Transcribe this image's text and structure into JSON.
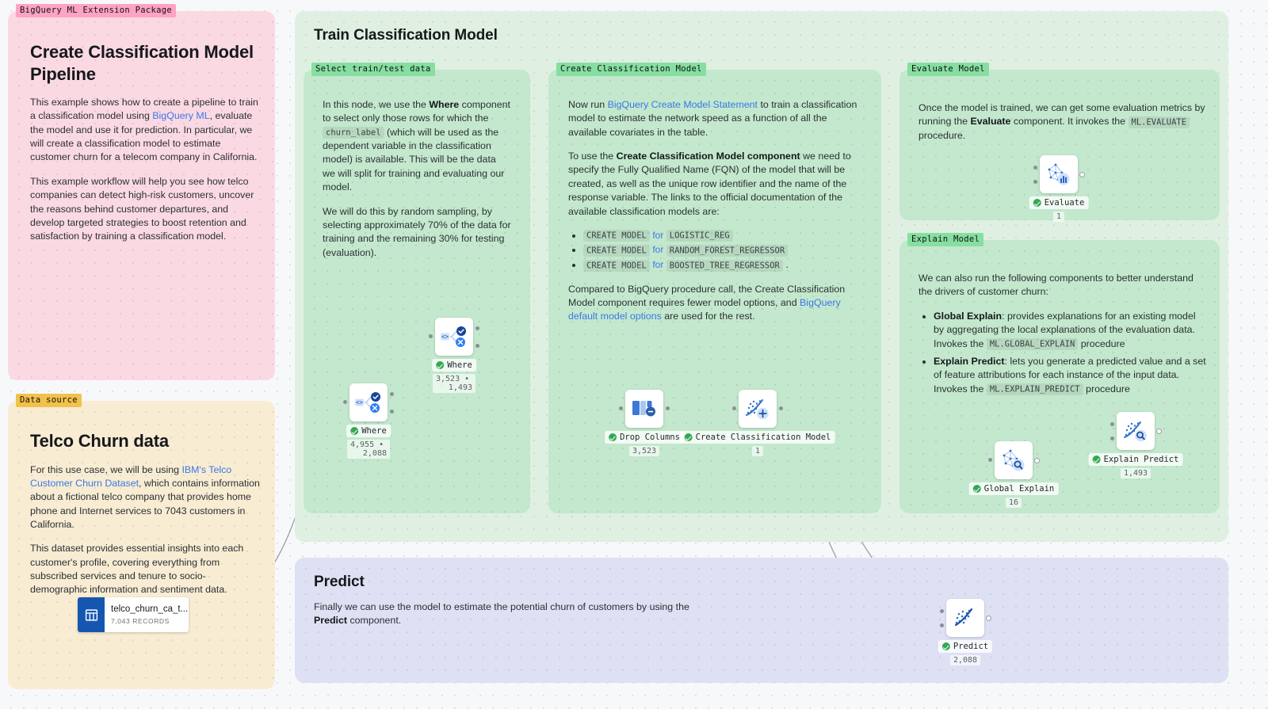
{
  "groups": {
    "bigquery_ml": {
      "tag": "BigQuery ML Extension Package"
    },
    "data_source": {
      "tag": "Data source"
    },
    "select_data": {
      "tag": "Select train/test data"
    },
    "create_model": {
      "tag": "Create Classification Model"
    },
    "evaluate_model": {
      "tag": "Evaluate Model"
    },
    "explain_model": {
      "tag": "Explain Model"
    }
  },
  "intro": {
    "title": "Create Classification Model Pipeline",
    "p1_a": "This example shows how to create a pipeline to train a classification model using ",
    "p1_link": "BigQuery ML",
    "p1_b": ", evaluate the model and use it for prediction. In particular, we will create a classification model to estimate customer churn for a telecom company in California.",
    "p2": "This example workflow will help you see how telco companies can detect high-risk customers, uncover the reasons behind customer departures, and develop targeted strategies to boost retention and satisfaction by training a classification model."
  },
  "datasource": {
    "title": "Telco Churn data",
    "p1_a": "For this use case, we will be using ",
    "p1_link": "IBM's Telco Customer Churn Dataset",
    "p1_b": ", which contains information about a fictional telco company that provides home phone and Internet services to 7043 customers in California.",
    "p2": "This dataset provides essential insights into each customer's profile, covering everything from subscribed services and tenure to socio-demographic information and sentiment data.",
    "table_node": {
      "name": "telco_churn_ca_t...",
      "records": "7,043 RECORDS"
    }
  },
  "train": {
    "title": "Train Classification Model"
  },
  "select_data": {
    "p1_a": "In this node, we use the ",
    "p1_bold": "Where",
    "p1_b": " component to select only those rows for which the ",
    "p1_code": "churn_label",
    "p1_c": " (which will be used as the dependent variable in the classification model) is available. This will be the data we will split for training and evaluating our model.",
    "p2": "We will do this by random sampling, by selecting approximately 70% of the data for training and the remaining 30% for testing (evaluation)."
  },
  "create_model": {
    "p1_a": "Now run ",
    "p1_link": "BigQuery Create Model Statement",
    "p1_b": " to train a classification model to estimate the network speed as a function of all the available covariates in the table.",
    "p2_a": "To use the ",
    "p2_bold": "Create Classification Model component",
    "p2_b": " we need to specify the Fully Qualified Name (FQN) of the model that will be created, as well as the unique row identifier and the name of the response variable. The links to the official documentation of the available classification models are:",
    "bullets": [
      {
        "code1": "CREATE MODEL",
        "mid": "for",
        "code2": "LOGISTIC_REG",
        "tail": ""
      },
      {
        "code1": "CREATE MODEL",
        "mid": "for",
        "code2": "RANDOM_FOREST_REGRESSOR",
        "tail": ""
      },
      {
        "code1": "CREATE MODEL",
        "mid": "for",
        "code2": "BOOSTED_TREE_REGRESSOR",
        "tail": "."
      }
    ],
    "p3_a": "Compared to BigQuery procedure call, the Create Classification Model component requires fewer model options, and ",
    "p3_link": "BigQuery default model options",
    "p3_b": " are used for the rest."
  },
  "evaluate_model": {
    "p1_a": "Once the model is trained, we can get some evaluation metrics by running the ",
    "p1_bold": "Evaluate",
    "p1_b": " component. It invokes the ",
    "p1_code": "ML.EVALUATE",
    "p1_c": " procedure."
  },
  "explain_model": {
    "p1": "We can also run the following components to better understand the drivers of customer churn:",
    "bullets": [
      {
        "bold": "Global Explain",
        "a": ": provides explanations for an existing model by aggregating the local explanations of the evaluation data. Invokes the ",
        "code": "ML.GLOBAL_EXPLAIN",
        "b": " procedure"
      },
      {
        "bold": "Explain Predict",
        "a": ": lets you generate a predicted value and a set of feature attributions for each instance of the input data. Invokes the ",
        "code": "ML.EXPLAIN_PREDICT",
        "b": " procedure"
      }
    ]
  },
  "predict": {
    "title": "Predict",
    "p1_a": "Finally we can use the model to estimate the potential churn of customers by using the ",
    "p1_bold": "Predict",
    "p1_b": " component."
  },
  "nodes": {
    "where_1": {
      "label": "Where",
      "count_a": "4,955",
      "count_b": "2,088",
      "icon": "where-filter-icon"
    },
    "where_2": {
      "label": "Where",
      "count_a": "3,523",
      "count_b": "1,493",
      "icon": "where-filter-icon"
    },
    "drop_columns": {
      "label": "Drop Columns",
      "count": "3,523",
      "icon": "drop-columns-icon"
    },
    "create_classification_model": {
      "label": "Create Classification Model",
      "count": "1",
      "icon": "create-model-icon"
    },
    "evaluate": {
      "label": "Evaluate",
      "count": "1",
      "icon": "evaluate-model-icon"
    },
    "global_explain": {
      "label": "Global Explain",
      "count": "16",
      "icon": "global-explain-icon"
    },
    "explain_predict": {
      "label": "Explain Predict",
      "count": "1,493",
      "icon": "explain-predict-icon"
    },
    "predict": {
      "label": "Predict",
      "count": "2,088",
      "icon": "predict-icon"
    }
  },
  "colors": {
    "canvas_bg": "#f7f8fa",
    "pink_group": "#fbd9e3",
    "pink_tag": "#ffa3c4",
    "amber_group": "#f8ecd3",
    "amber_tag": "#f2c14b",
    "green_outer": "#dff0e2",
    "green_group": "#c3e8cd",
    "green_tag": "#86dfa0",
    "blue_group": "#dde1f3",
    "link": "#3b78e7",
    "status_ok": "#34a853",
    "wire": "#9a9fa5"
  }
}
